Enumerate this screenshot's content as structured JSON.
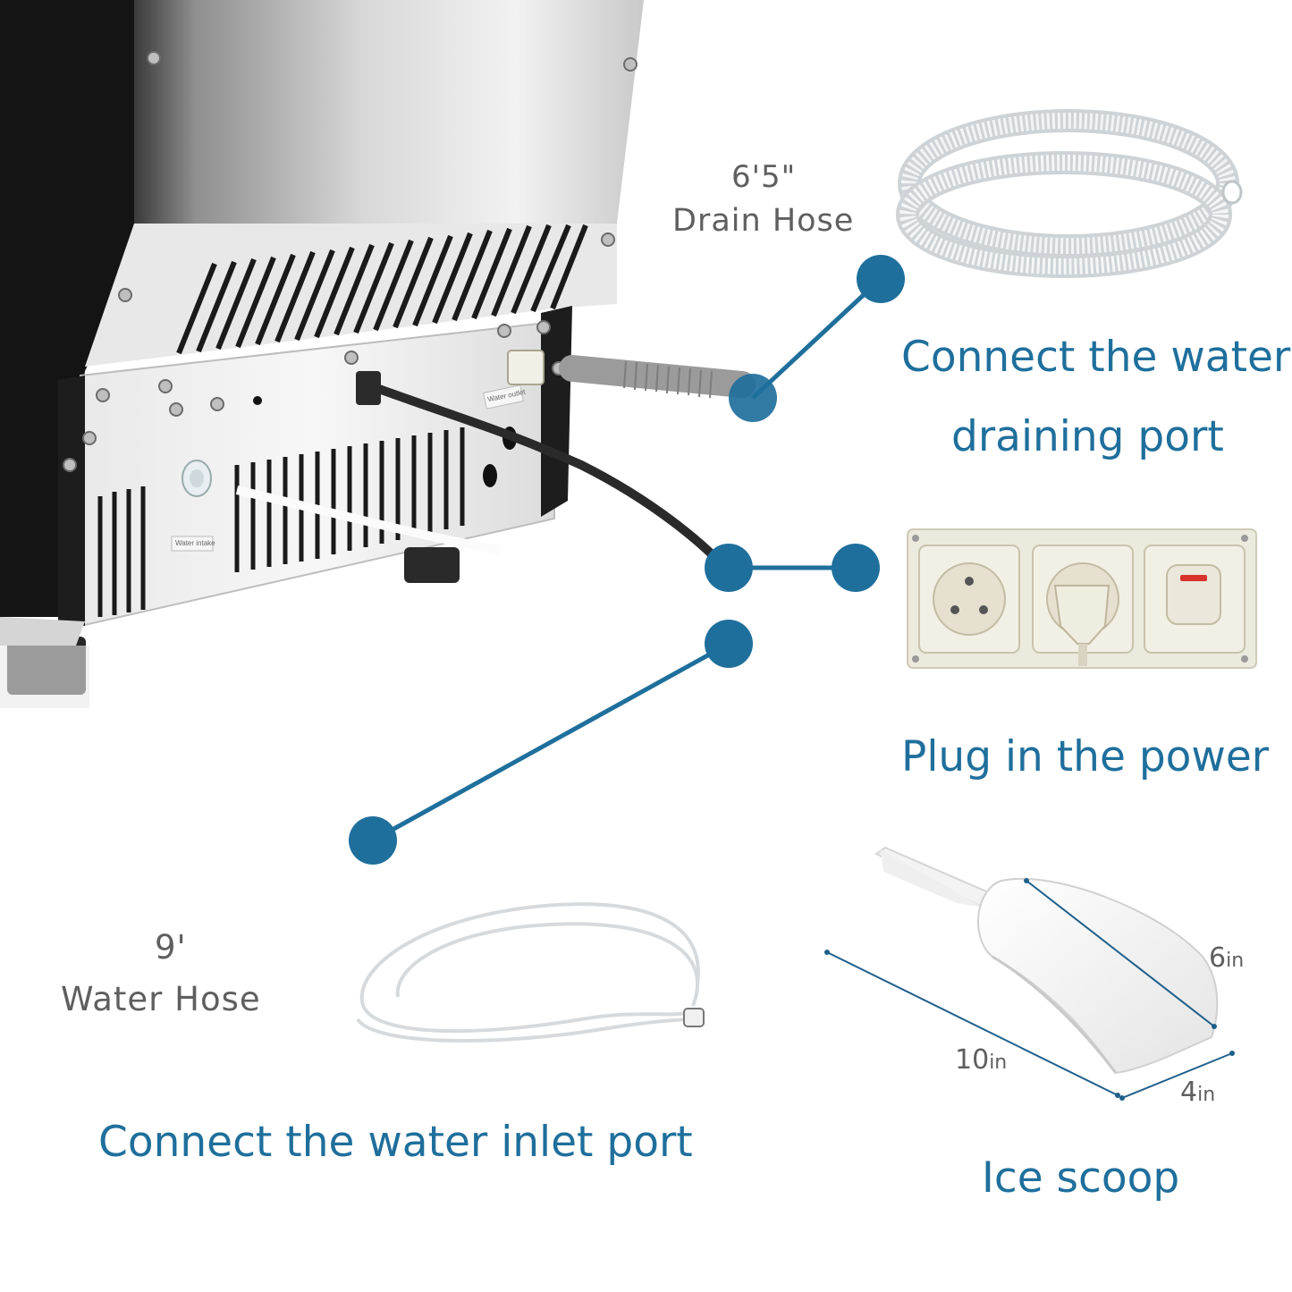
{
  "drain_hose": {
    "length": "6'5\"",
    "name": "Drain Hose"
  },
  "drain_step": {
    "line1": "Connect the water",
    "line2": "draining port"
  },
  "power_step": {
    "label": "Plug in the power"
  },
  "water_hose": {
    "length": "9'",
    "name": "Water Hose"
  },
  "inlet_step": {
    "label": "Connect the water inlet port"
  },
  "ice_scoop": {
    "label": "Ice scoop",
    "dim_length": {
      "value": "10",
      "unit": "in"
    },
    "dim_width": {
      "value": "4",
      "unit": "in"
    },
    "dim_height": {
      "value": "6",
      "unit": "in"
    }
  },
  "machine_labels": {
    "water_intake": "Water intake",
    "water_outlet": "Water outlet"
  },
  "colors": {
    "accent": "#1f6f9c",
    "label_gray": "#5f5f5f"
  }
}
